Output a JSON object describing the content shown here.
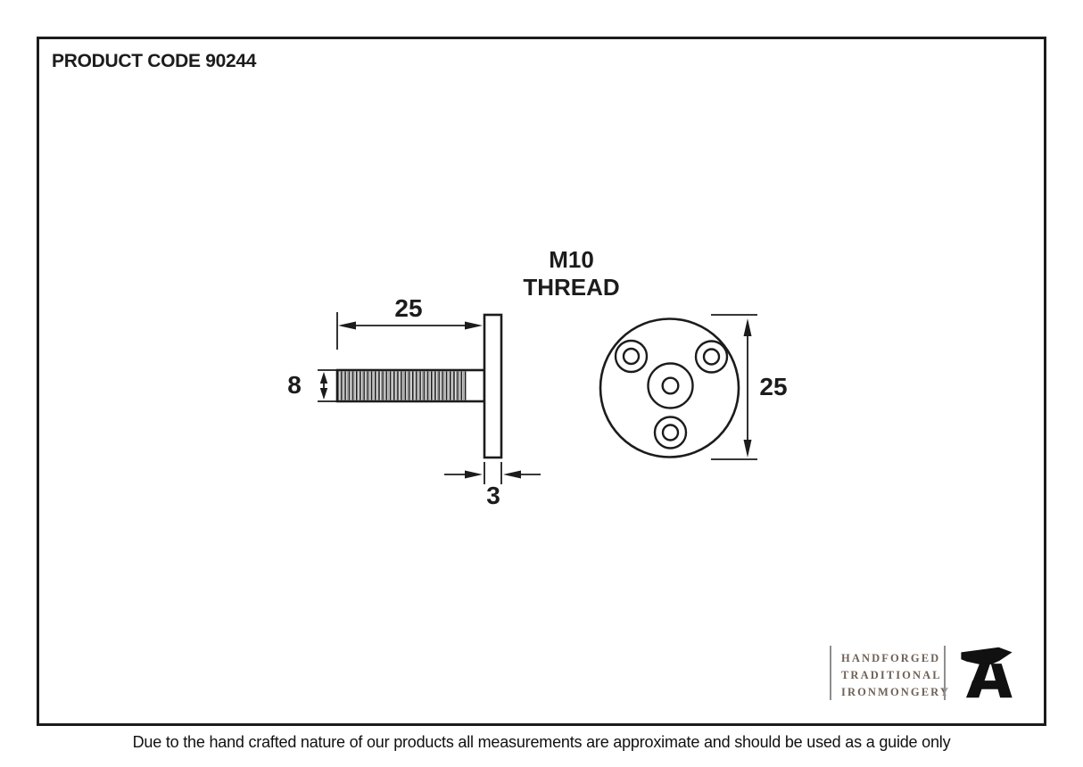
{
  "page": {
    "background_color": "#ffffff",
    "line_color": "#1c1c1c"
  },
  "header": {
    "product_code": "PRODUCT CODE 90244"
  },
  "drawing": {
    "thread_label": "M10 THREAD",
    "side_view": {
      "name": "threaded stud side view",
      "length_dim": "25",
      "shaft_diameter_dim": "8",
      "plate_thickness_dim": "3"
    },
    "front_view": {
      "name": "round plate face view with three fixing holes and centre boss",
      "plate_diameter_dim": "25"
    }
  },
  "branding": {
    "line1": "HANDFORGED",
    "line2": "TRADITIONAL",
    "line3": "IRONMONGERY",
    "icon": "anvil-icon",
    "text_color": "#6f6156"
  },
  "footer": {
    "disclaimer": "Due to the hand crafted nature of our products all measurements are approximate and should be used as a guide only"
  }
}
